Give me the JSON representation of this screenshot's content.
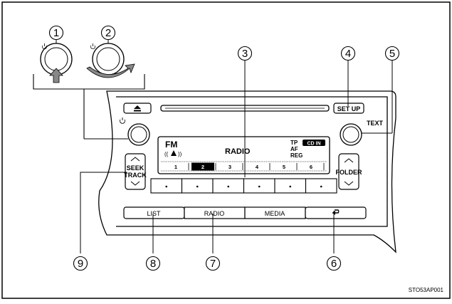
{
  "callouts": [
    "1",
    "2",
    "3",
    "4",
    "5",
    "6",
    "7",
    "8",
    "9"
  ],
  "display": {
    "band": "FM",
    "source": "RADIO",
    "indicators": [
      "TP",
      "AF",
      "REG"
    ],
    "cd_in": "CD IN",
    "presets": [
      "1",
      "2",
      "3",
      "4",
      "5",
      "6"
    ],
    "selected_preset": "2"
  },
  "buttons": {
    "setup": "SET UP",
    "text": "TEXT",
    "seek_track": [
      "SEEK",
      "TRACK"
    ],
    "folder": "FOLDER",
    "list": "LIST",
    "radio": "RADIO",
    "media": "MEDIA",
    "back_icon": "back-arrow-icon",
    "eject_icon": "eject-icon",
    "power_icon": "power-icon"
  },
  "figure_code": "STO53AP001"
}
